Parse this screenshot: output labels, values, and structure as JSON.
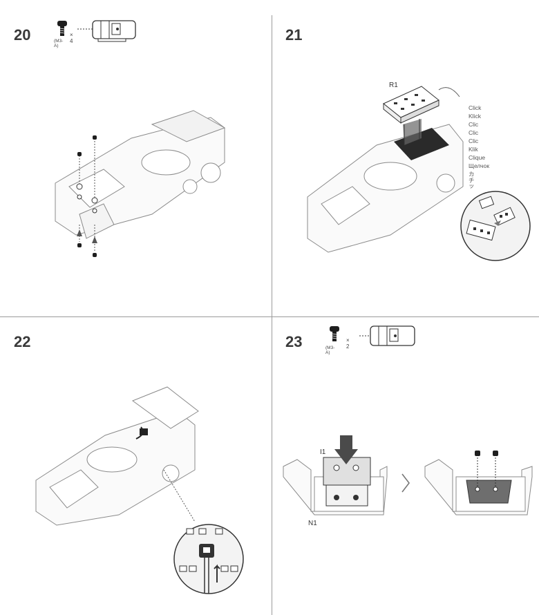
{
  "steps": [
    {
      "number": "20",
      "screw_label": "(M3-A)",
      "multiplier": "× 4"
    },
    {
      "number": "21",
      "part_label": "R1",
      "click_words": [
        "Click",
        "Klick",
        "Clic",
        "Clic",
        "Clic",
        "Klik",
        "Clique",
        "Щелчок",
        "カチッ"
      ]
    },
    {
      "number": "22"
    },
    {
      "number": "23",
      "screw_label": "(M3-A)",
      "multiplier": "× 2",
      "part_labels": [
        "I1",
        "N1"
      ]
    }
  ],
  "icons": [
    "screw-icon",
    "screw-location-diagram-icon",
    "arrow-up-icon",
    "arrow-down-icon",
    "chevron-right-icon",
    "magnifier-circle-icon",
    "cable-connector-icon"
  ]
}
